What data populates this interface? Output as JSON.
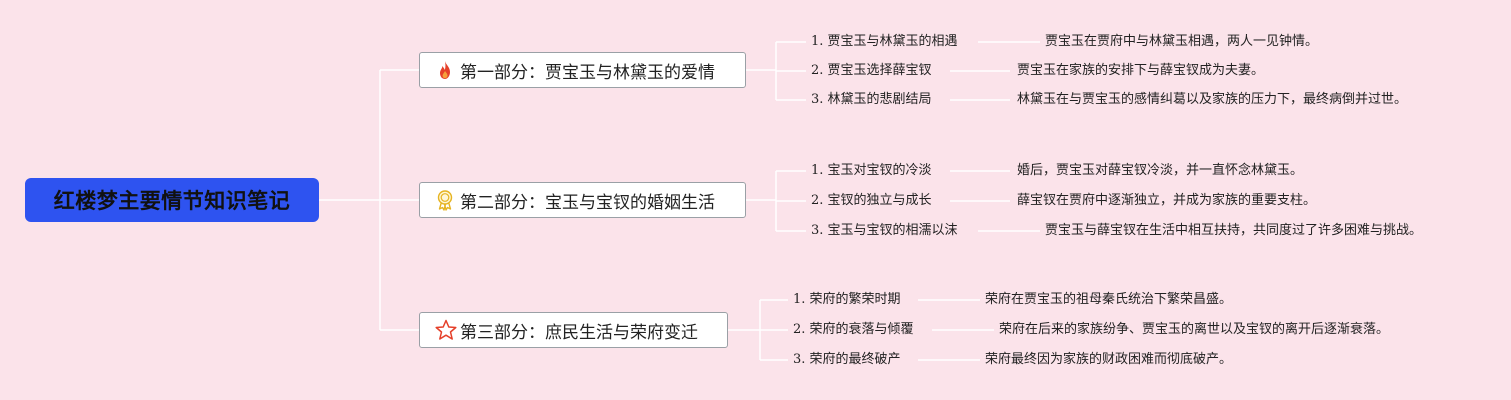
{
  "root": {
    "title": "红楼梦主要情节知识笔记"
  },
  "sections": [
    {
      "title": "第一部分：贾宝玉与林黛玉的爱情",
      "icon": "fire-icon",
      "items": [
        {
          "label": "1. 贾宝玉与林黛玉的相遇",
          "desc": "贾宝玉在贾府中与林黛玉相遇，两人一见钟情。"
        },
        {
          "label": "2. 贾宝玉选择薛宝钗",
          "desc": "贾宝玉在家族的安排下与薛宝钗成为夫妻。"
        },
        {
          "label": "3. 林黛玉的悲剧结局",
          "desc": "林黛玉在与贾宝玉的感情纠葛以及家族的压力下，最终病倒并过世。"
        }
      ]
    },
    {
      "title": "第二部分：宝玉与宝钗的婚姻生活",
      "icon": "award-ribbon-icon",
      "items": [
        {
          "label": "1. 宝玉对宝钗的冷淡",
          "desc": "婚后，贾宝玉对薛宝钗冷淡，并一直怀念林黛玉。"
        },
        {
          "label": "2. 宝钗的独立与成长",
          "desc": "薛宝钗在贾府中逐渐独立，并成为家族的重要支柱。"
        },
        {
          "label": "3. 宝玉与宝钗的相濡以沫",
          "desc": "贾宝玉与薛宝钗在生活中相互扶持，共同度过了许多困难与挑战。"
        }
      ]
    },
    {
      "title": "第三部分：庶民生活与荣府变迁",
      "icon": "star-icon",
      "items": [
        {
          "label": "1. 荣府的繁荣时期",
          "desc": "荣府在贾宝玉的祖母秦氏统治下繁荣昌盛。"
        },
        {
          "label": "2. 荣府的衰落与倾覆",
          "desc": "荣府在后来的家族纷争、贾宝玉的离世以及宝钗的离开后逐渐衰落。"
        },
        {
          "label": "3. 荣府的最终破产",
          "desc": "荣府最终因为家族的财政困难而彻底破产。"
        }
      ]
    }
  ],
  "colors": {
    "background": "#fbe3ea",
    "root_fill": "#2e53f0",
    "connector": "#ffffff",
    "fire": "#e5402a",
    "award": "#e6b422",
    "star": "#e5402a"
  }
}
